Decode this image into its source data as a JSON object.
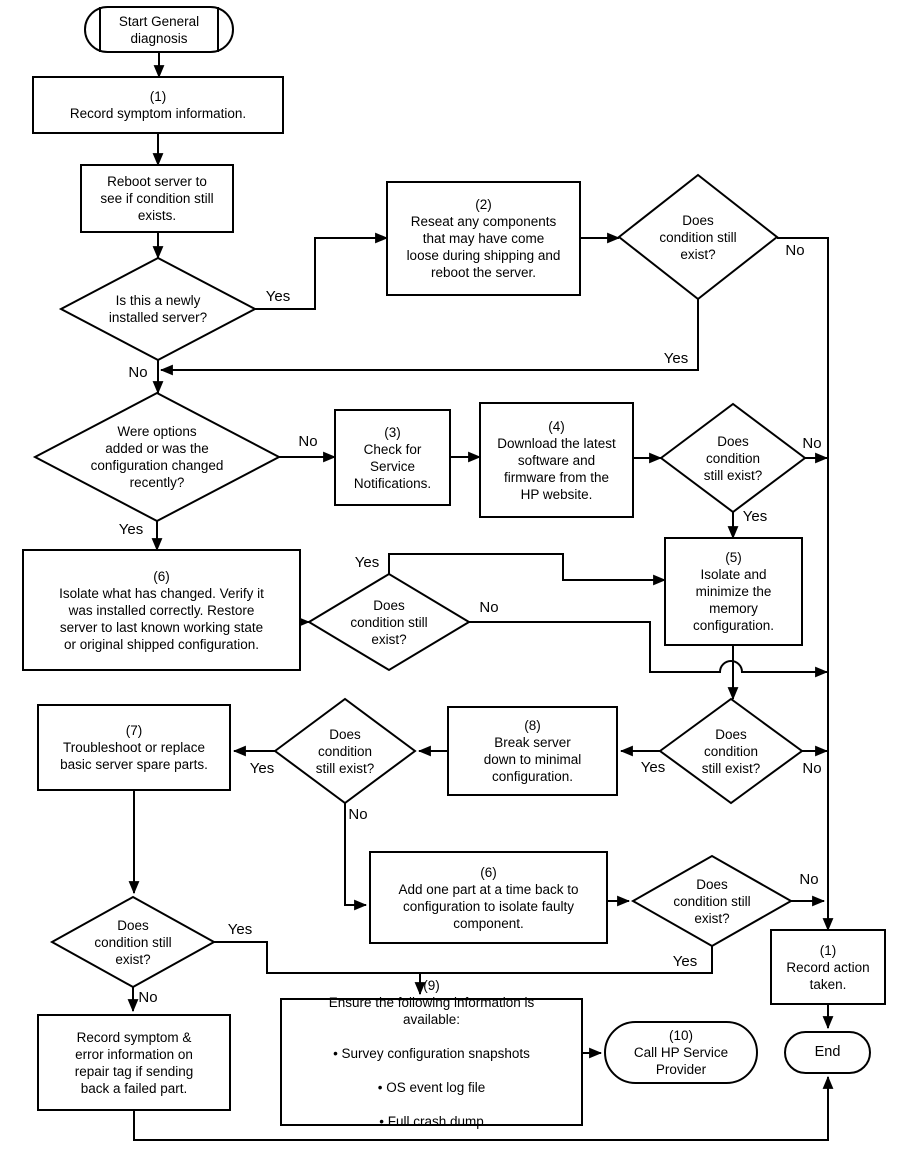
{
  "nodes": {
    "start": {
      "text": "Start General\ndiagnosis"
    },
    "record_symptom_info": {
      "number": "(1)",
      "text": "Record symptom information."
    },
    "reboot_server": {
      "text": "Reboot server to\nsee if condition still\nexists."
    },
    "newly_installed": {
      "text": "Is this a newly\ninstalled server?"
    },
    "reseat_components": {
      "number": "(2)",
      "text": "Reseat any components\nthat may have come\nloose during shipping and\nreboot the server."
    },
    "cond_top_right": {
      "text": "Does\ncondition still\nexist?"
    },
    "options_added": {
      "text": "Were options\nadded or was the\nconfiguration changed\nrecently?"
    },
    "check_service": {
      "number": "(3)",
      "text": "Check for\nService\nNotifications."
    },
    "download_latest": {
      "number": "(4)",
      "text": "Download the latest\nsoftware and\nfirmware from the\nHP website."
    },
    "cond_after_download": {
      "text": "Does\ncondition\nstill exist?"
    },
    "isolate_changed": {
      "number": "(6)",
      "text": "Isolate what has changed. Verify it\nwas installed correctly.  Restore\nserver to last known working state\nor original shipped configuration."
    },
    "cond_after_isolate": {
      "text": "Does\ncondition still\nexist?"
    },
    "minimize_memory": {
      "number": "(5)",
      "text": "Isolate and\nminimize the\nmemory\nconfiguration."
    },
    "troubleshoot_parts": {
      "number": "(7)",
      "text": "Troubleshoot or replace\nbasic server spare parts."
    },
    "cond_after_break": {
      "text": "Does\ncondition\nstill exist?"
    },
    "break_server": {
      "number": "(8)",
      "text": "Break server\ndown to minimal\nconfiguration."
    },
    "cond_after_memory": {
      "text": "Does\ncondition\nstill exist?"
    },
    "add_one_part": {
      "number": "(6)",
      "text": "Add one part at a time back to\nconfiguration to isolate faulty\ncomponent."
    },
    "cond_after_add": {
      "text": "Does\ncondition still\nexist?"
    },
    "cond_final": {
      "text": "Does\ncondition still\nexist?"
    },
    "record_action": {
      "number": "(1)",
      "text": "Record action\ntaken."
    },
    "record_symptom_tag": {
      "text": "Record symptom &\nerror information on\nrepair tag if sending\nback a failed part."
    },
    "ensure_info": {
      "number": "(9)",
      "text": "Ensure the following information is\navailable:",
      "bullets": [
        "Survey configuration snapshots",
        "OS event log file",
        "Full crash dump"
      ]
    },
    "call_hp": {
      "number": "(10)",
      "text": "Call HP Service\nProvider"
    },
    "end": {
      "text": "End"
    }
  },
  "edge_labels": {
    "newly_installed_yes": "Yes",
    "newly_installed_no": "No",
    "cond_top_right_no": "No",
    "cond_top_right_yes": "Yes",
    "options_added_no": "No",
    "options_added_yes": "Yes",
    "cond_after_download_no": "No",
    "cond_after_download_yes": "Yes",
    "cond_after_isolate_yes": "Yes",
    "cond_after_isolate_no": "No",
    "cond_after_break_yes": "Yes",
    "cond_after_break_no": "No",
    "cond_after_memory_yes": "Yes",
    "cond_after_memory_no": "No",
    "cond_after_add_no": "No",
    "cond_after_add_yes": "Yes",
    "cond_final_yes": "Yes",
    "cond_final_no": "No"
  },
  "colors": {
    "line": "#000000",
    "fill": "#ffffff"
  }
}
